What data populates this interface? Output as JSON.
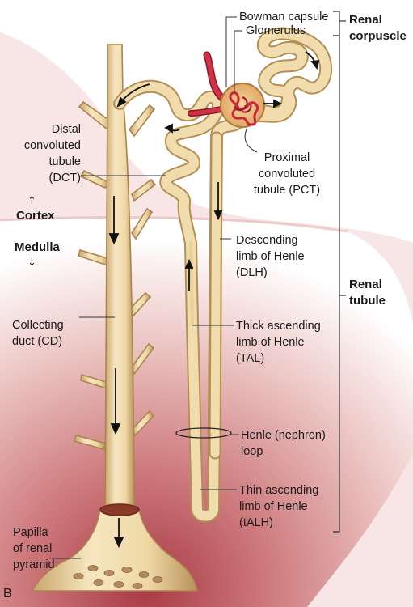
{
  "figure_letter": "B",
  "labels": {
    "bowman_capsule": "Bowman capsule",
    "glomerulus": "Glomerulus",
    "renal_corpuscle": "Renal\ncorpuscle",
    "proximal_tubule": "Proximal\nconvoluted\ntubule (PCT)",
    "distal_tubule": "Distal\nconvoluted\ntubule\n(DCT)",
    "cortex": "Cortex",
    "medulla": "Medulla",
    "descending_limb": "Descending\nlimb of Henle\n(DLH)",
    "renal_tubule": "Renal\ntubule",
    "collecting_duct": "Collecting\nduct (CD)",
    "thick_ascending": "Thick ascending\nlimb of Henle\n(TAL)",
    "henle_loop": "Henle (nephron)\nloop",
    "thin_ascending": "Thin ascending\nlimb of Henle\n(tALH)",
    "papilla": "Papilla\nof renal\npyramid"
  },
  "colors": {
    "tubule_fill": "#f1dcae",
    "tubule_stroke": "#b48f55",
    "medulla_shade": "#c9757a",
    "cortex_shade": "#efd2d0",
    "vessel": "#c8283c",
    "leader": "#333333"
  }
}
